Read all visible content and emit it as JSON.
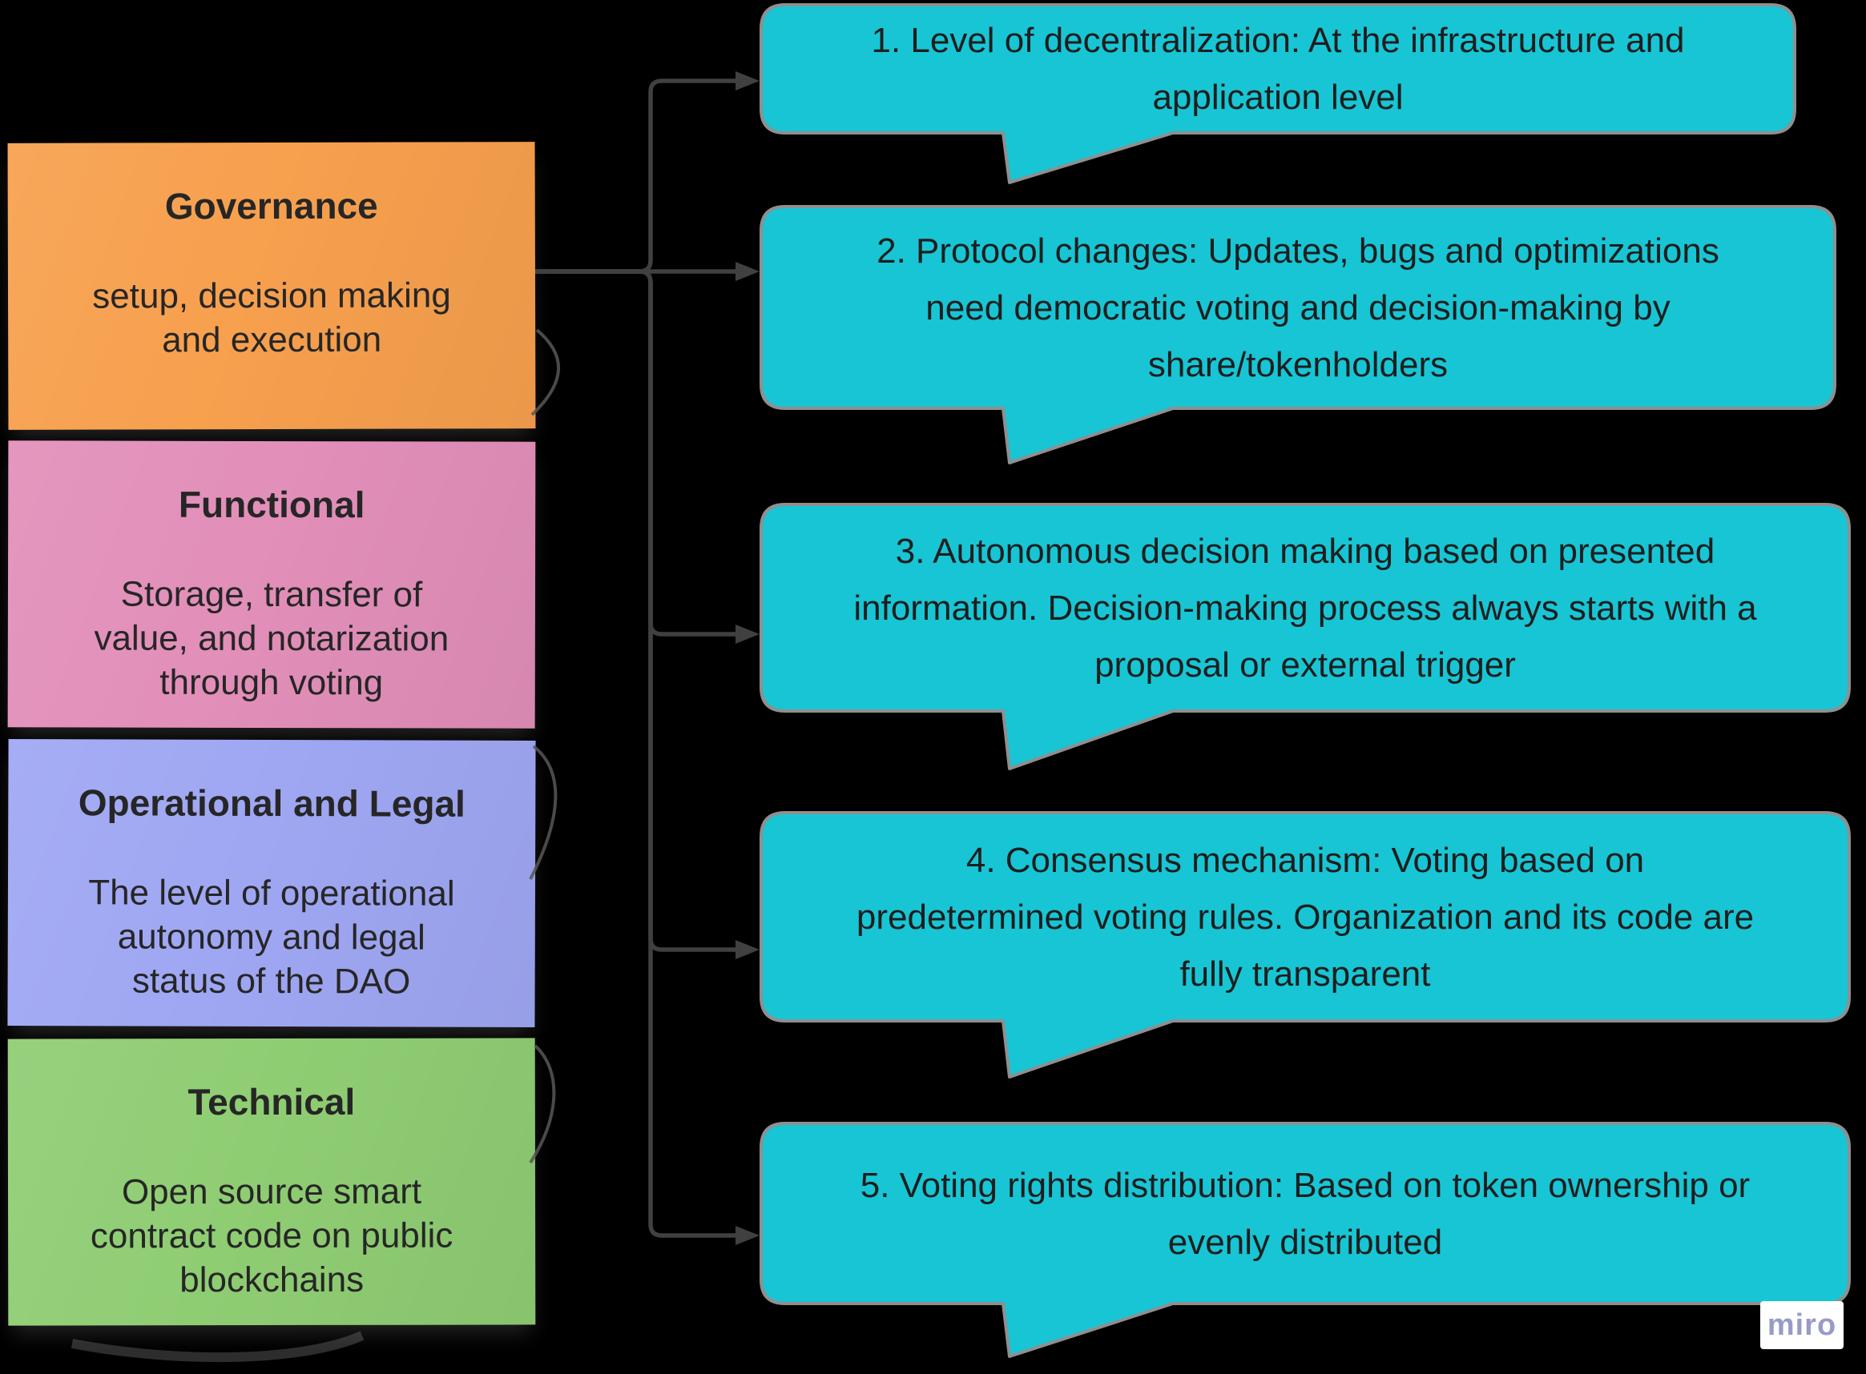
{
  "board": {
    "background_color": "#000000",
    "text_color": "#1e1e1e"
  },
  "categories": [
    {
      "title": "Governance",
      "body": "setup, decision making\nand execution",
      "color": "#F7A04E"
    },
    {
      "title": "Functional",
      "body": "Storage, transfer of\nvalue, and notarization\nthrough voting",
      "color": "#E28FB9"
    },
    {
      "title": "Operational and Legal",
      "body": "The level of operational\nautonomy and legal\nstatus of the DAO",
      "color": "#9FA7F3"
    },
    {
      "title": "Technical",
      "body": "Open source smart\ncontract code on public\nblockchains",
      "color": "#8FCD73"
    }
  ],
  "callouts": [
    {
      "text": "1. Level of decentralization: At the infrastructure and\napplication level"
    },
    {
      "text": "2. Protocol changes: Updates, bugs and optimizations\nneed democratic voting and decision-making by\nshare/tokenholders"
    },
    {
      "text": "3. Autonomous decision making based on presented\ninformation. Decision-making process always starts with a\nproposal or external trigger"
    },
    {
      "text": "4. Consensus mechanism: Voting based on\npredetermined voting rules. Organization and its code are\nfully transparent"
    },
    {
      "text": "5. Voting rights distribution: Based on token ownership or\nevenly distributed"
    }
  ],
  "styles": {
    "callout_fill": "#18C5D4",
    "callout_border": "#8F8F8F",
    "connector_color": "#404040"
  },
  "watermark": {
    "label": "miro",
    "text_color": "#989BC5",
    "background": "#FFFFFF"
  }
}
